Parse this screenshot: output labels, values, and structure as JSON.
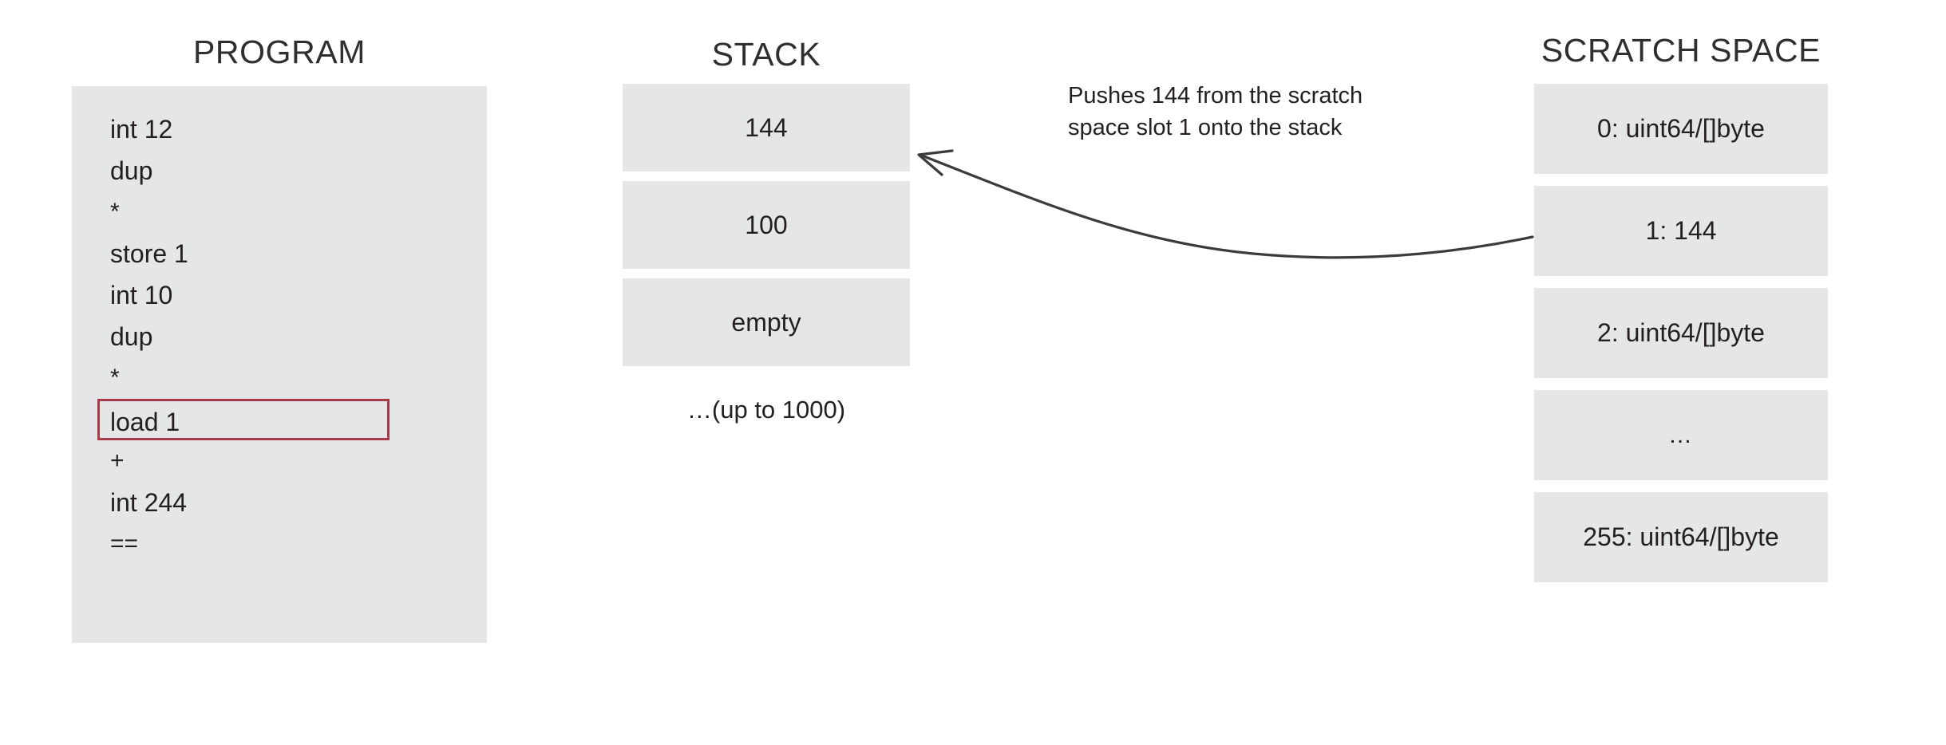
{
  "columns": {
    "program": {
      "title": "PROGRAM",
      "lines": [
        {
          "text": "int 12",
          "highlighted": false
        },
        {
          "text": "dup",
          "highlighted": false
        },
        {
          "text": "*",
          "highlighted": false
        },
        {
          "text": "store 1",
          "highlighted": false
        },
        {
          "text": "int 10",
          "highlighted": false
        },
        {
          "text": "dup",
          "highlighted": false
        },
        {
          "text": "*",
          "highlighted": false
        },
        {
          "text": "load 1",
          "highlighted": true
        },
        {
          "text": "+",
          "highlighted": false
        },
        {
          "text": "int 244",
          "highlighted": false
        },
        {
          "text": "==",
          "highlighted": false
        }
      ],
      "highlight_color": "#a63a46",
      "panel_color": "#e4e6e8"
    },
    "stack": {
      "title": "STACK",
      "cells": [
        {
          "value": "144"
        },
        {
          "value": "100"
        },
        {
          "value": "empty"
        }
      ],
      "note": "…(up to 1000)",
      "cell_color": "#e4e6e8"
    },
    "scratch_space": {
      "title": "SCRATCH SPACE",
      "cells": [
        {
          "value": "0: uint64/[]byte"
        },
        {
          "value": "1: 144"
        },
        {
          "value": "2: uint64/[]byte"
        },
        {
          "value": "…"
        },
        {
          "value": "255: uint64/[]byte"
        }
      ],
      "cell_color": "#e4e6e8"
    }
  },
  "annotation": {
    "line1": "Pushes 144 from the scratch",
    "line2": "space slot 1 onto the stack",
    "arrow_color": "#3b3b3b",
    "arrow_from": "scratch-space-slot-1",
    "arrow_to": "stack-top-cell"
  }
}
